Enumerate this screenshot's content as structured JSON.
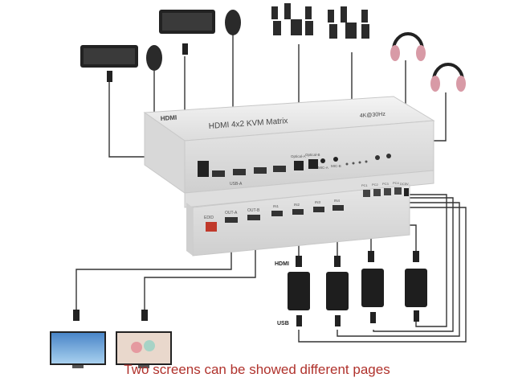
{
  "device": {
    "brand": "HDMI",
    "model": "HDMI 4x2 KVM Matrix",
    "resolution": "4K@30Hz",
    "ports_front": {
      "usb_group": "USB-A",
      "optical_a": "Optical-A",
      "optical_b": "Optical-B",
      "mic_a": "MIC-A",
      "mic_b": "MIC-B"
    },
    "ports_back": {
      "edid": "EDID",
      "out_a": "OUT-A",
      "out_b": "OUT-B",
      "in1": "IN1",
      "in2": "IN2",
      "in3": "IN3",
      "in4": "IN4",
      "pc1": "PC1",
      "pc2": "PC2",
      "pc3": "PC3",
      "pc4": "PC4",
      "power": "DC5V"
    }
  },
  "labels": {
    "hdmi": "HDMI",
    "usb": "USB"
  },
  "caption": "Two screens can be showed different pages",
  "colors": {
    "device_body": "#ececec",
    "cable": "#333333",
    "accent_red": "#b0322c"
  }
}
